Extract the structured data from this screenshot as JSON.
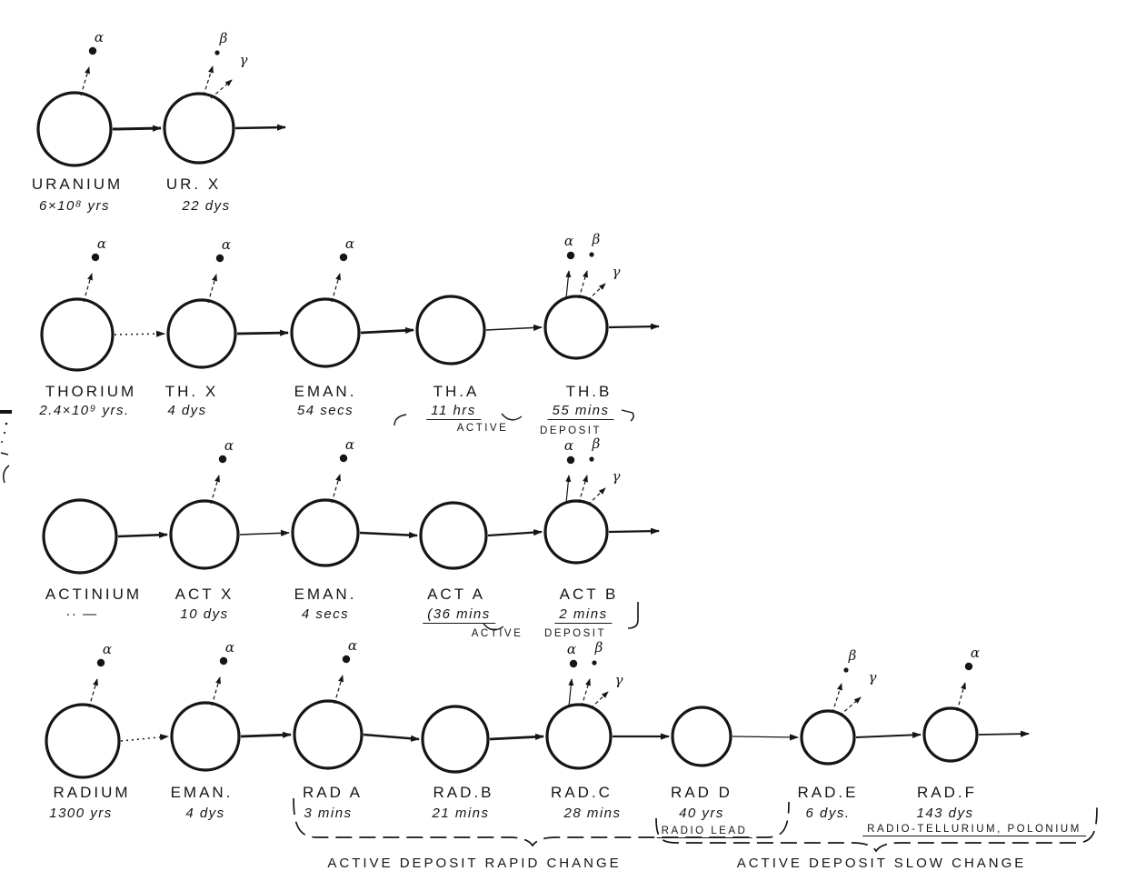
{
  "figure": {
    "background_color": "#ffffff",
    "ink_color": "#151515",
    "particles": {
      "alpha": "α",
      "beta": "β",
      "gamma": "γ"
    },
    "captions": {
      "rapid_change": "ACTIVE DEPOSIT RAPID CHANGE",
      "slow_change": "ACTIVE DEPOSIT SLOW CHANGE"
    },
    "series": [
      {
        "name": "uranium-series",
        "nodes": [
          {
            "id": "uranium",
            "name": "URANIUM",
            "period": "6×10⁸ yrs",
            "emissions": [
              "alpha"
            ]
          },
          {
            "id": "ur-x",
            "name": "UR. X",
            "period": "22 dys",
            "emissions": [
              "beta",
              "gamma"
            ]
          }
        ]
      },
      {
        "name": "thorium-series",
        "nodes": [
          {
            "id": "thorium",
            "name": "THORIUM",
            "period": "2.4×10⁹ yrs.",
            "emissions": [
              "alpha"
            ]
          },
          {
            "id": "th-x",
            "name": "TH. X",
            "period": "4 dys",
            "emissions": [
              "alpha"
            ]
          },
          {
            "id": "eman-th",
            "name": "EMAN.",
            "period": "54 secs",
            "emissions": [
              "alpha"
            ]
          },
          {
            "id": "th-a",
            "name": "TH.A",
            "period": "11 hrs",
            "sub": "ACTIVE",
            "emissions": []
          },
          {
            "id": "th-b",
            "name": "TH.B",
            "period": "55 mins",
            "sub": "DEPOSIT",
            "emissions": [
              "alpha",
              "beta",
              "gamma"
            ]
          }
        ]
      },
      {
        "name": "actinium-series",
        "nodes": [
          {
            "id": "actinium",
            "name": "ACTINIUM",
            "period": "·· —",
            "emissions": []
          },
          {
            "id": "act-x",
            "name": "ACT X",
            "period": "10 dys",
            "emissions": [
              "alpha"
            ]
          },
          {
            "id": "eman-act",
            "name": "EMAN.",
            "period": "4 secs",
            "emissions": [
              "alpha"
            ]
          },
          {
            "id": "act-a",
            "name": "ACT A",
            "period": "(36 mins",
            "sub": "ACTIVE",
            "emissions": []
          },
          {
            "id": "act-b",
            "name": "ACT B",
            "period": "2 mins",
            "sub": "DEPOSIT",
            "emissions": [
              "alpha",
              "beta",
              "gamma"
            ]
          }
        ]
      },
      {
        "name": "radium-series",
        "nodes": [
          {
            "id": "radium",
            "name": "RADIUM",
            "period": "1300 yrs",
            "emissions": [
              "alpha"
            ]
          },
          {
            "id": "eman-ra",
            "name": "EMAN.",
            "period": "4 dys",
            "emissions": [
              "alpha"
            ]
          },
          {
            "id": "rad-a",
            "name": "RAD A",
            "period": "3 mins",
            "emissions": [
              "alpha"
            ]
          },
          {
            "id": "rad-b",
            "name": "RAD.B",
            "period": "21 mins",
            "emissions": []
          },
          {
            "id": "rad-c",
            "name": "RAD.C",
            "period": "28 mins",
            "emissions": [
              "alpha",
              "beta",
              "gamma"
            ]
          },
          {
            "id": "rad-d",
            "name": "RAD D",
            "period": "40 yrs",
            "sub": "RADIO LEAD",
            "emissions": []
          },
          {
            "id": "rad-e",
            "name": "RAD.E",
            "period": "6 dys.",
            "emissions": [
              "beta",
              "gamma"
            ]
          },
          {
            "id": "rad-f",
            "name": "RAD.F",
            "period": "143 dys",
            "sub": "RADIO-TELLURIUM, POLONIUM",
            "emissions": [
              "alpha"
            ]
          }
        ]
      }
    ]
  }
}
